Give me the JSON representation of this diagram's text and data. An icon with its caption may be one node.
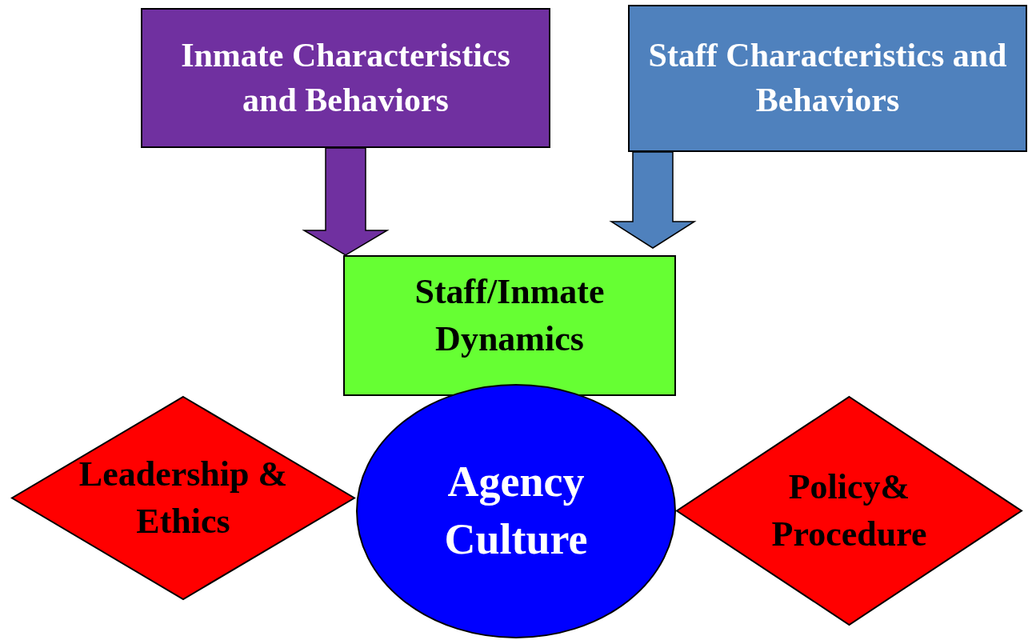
{
  "diagram": {
    "nodes": [
      {
        "text": [
          "Inmate Characteristics and Behaviors"
        ]
      },
      {
        "text": [
          "Staff Characteristics and Behaviors"
        ]
      },
      {
        "text": [
          "Staff/Inmate Dynamics"
        ]
      },
      {
        "text": [
          "Leadership & Ethics"
        ]
      },
      {
        "text": [
          "Agency Culture"
        ]
      },
      {
        "text": [
          "Policy& Procedure"
        ]
      }
    ],
    "edges": [
      {
        "from": 0,
        "to": 2,
        "arrow": "to",
        "style": "thick",
        "color": "#7030a0"
      },
      {
        "from": 1,
        "to": 2,
        "arrow": "to",
        "style": "thick",
        "color": "#4f81bd"
      }
    ]
  }
}
